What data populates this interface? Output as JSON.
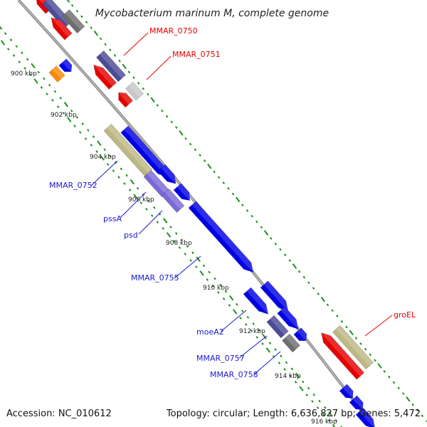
{
  "title": "Mycobacterium marinum M, complete genome",
  "accession_text": "Accession: NC_010612",
  "topology_text": "Topology: circular; Length: 6,636,827 bp; Genes: 5,472",
  "colors": {
    "forward_cds": "#0000e6",
    "reverse_cds": "#e60000",
    "dark_slate": "#4b4b96",
    "light_slate": "#7a6ad8",
    "khaki": "#bdb783",
    "gray": "#6e6e6e",
    "light_gray": "#c8c8c8",
    "orange": "#ff8c00",
    "backbone": "#8a8a8a",
    "tick": "#1b8f1b",
    "label_red": "#e60000",
    "label_blue": "#1a1acc"
  },
  "tick_labels": [
    "900 kbp",
    "902 kbp",
    "904 kbp",
    "906 kbp",
    "908 kbp",
    "910 kbp",
    "912 kbp",
    "914 kbp",
    "916 kbp"
  ],
  "gene_labels": [
    {
      "text": "MMAR_0750",
      "strand": "reverse"
    },
    {
      "text": "MMAR_0751",
      "strand": "reverse"
    },
    {
      "text": "MMAR_0752",
      "strand": "forward"
    },
    {
      "text": "pssA",
      "strand": "forward"
    },
    {
      "text": "psd",
      "strand": "forward"
    },
    {
      "text": "MMAR_0755",
      "strand": "forward"
    },
    {
      "text": "moeA2",
      "strand": "forward"
    },
    {
      "text": "MMAR_0757",
      "strand": "forward"
    },
    {
      "text": "MMAR_0758",
      "strand": "forward"
    },
    {
      "text": "groEL",
      "strand": "reverse"
    }
  ]
}
